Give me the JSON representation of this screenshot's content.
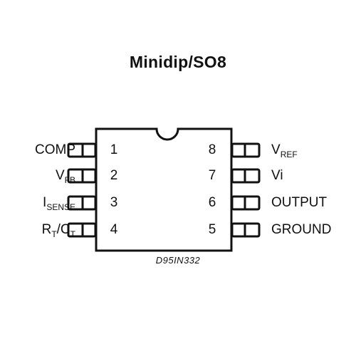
{
  "title": "Minidip/SO8",
  "caption": "D95IN332",
  "pins_left": [
    {
      "number": "1",
      "label_main": "COMP",
      "label_sub": ""
    },
    {
      "number": "2",
      "label_main": "V",
      "label_sub": "FB"
    },
    {
      "number": "3",
      "label_main": "I",
      "label_sub": "SENSE"
    },
    {
      "number": "4",
      "label_main": "R",
      "label_sub": "T",
      "label_mid": "/C",
      "label_sub2": "T"
    }
  ],
  "pins_right": [
    {
      "number": "8",
      "label_main": "V",
      "label_sub": "REF"
    },
    {
      "number": "7",
      "label_main": "Vi",
      "label_sub": ""
    },
    {
      "number": "6",
      "label_main": "OUTPUT",
      "label_sub": ""
    },
    {
      "number": "5",
      "label_main": "GROUND",
      "label_sub": ""
    }
  ]
}
